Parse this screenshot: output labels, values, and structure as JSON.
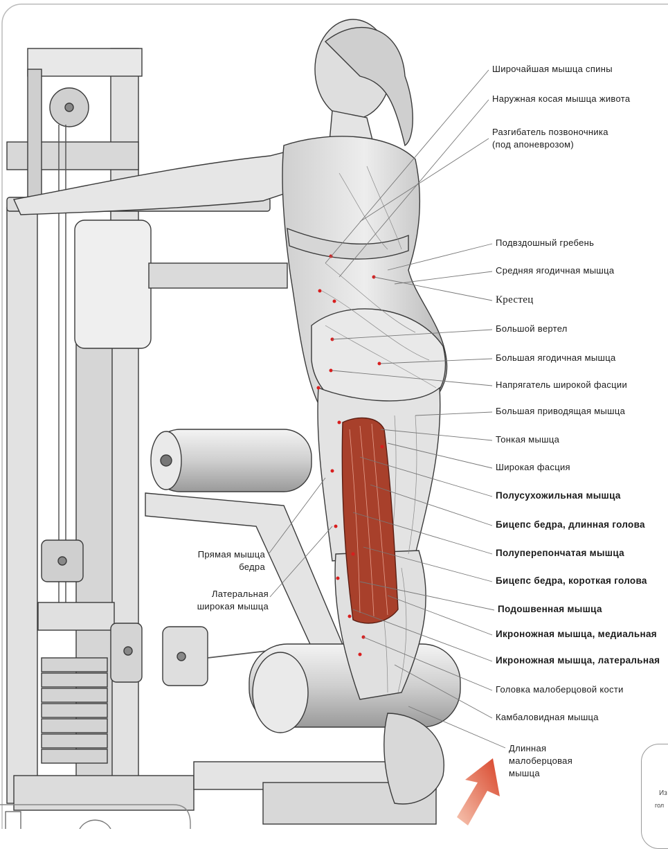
{
  "labels": [
    {
      "id": "latissimus-dorsi",
      "text": "Широчайшая мышца спины",
      "bold": false
    },
    {
      "id": "external-oblique",
      "text": "Наружная косая мышца живота",
      "bold": false
    },
    {
      "id": "erector-spinae",
      "text": "Разгибатель позвоночника\n(под апоневрозом)",
      "bold": false
    },
    {
      "id": "iliac-crest",
      "text": "Подвздошный гребень",
      "bold": false
    },
    {
      "id": "gluteus-medius",
      "text": "Средняя ягодичная мышца",
      "bold": false
    },
    {
      "id": "sacrum",
      "text": "Крестец",
      "bold": false
    },
    {
      "id": "greater-trochanter",
      "text": "Большой вертел",
      "bold": false
    },
    {
      "id": "gluteus-maximus",
      "text": "Большая ягодичная мышца",
      "bold": false
    },
    {
      "id": "tensor-fasciae-latae",
      "text": "Напрягатель широкой фасции",
      "bold": false
    },
    {
      "id": "adductor-magnus",
      "text": "Большая приводящая мышца",
      "bold": false
    },
    {
      "id": "gracilis",
      "text": "Тонкая мышца",
      "bold": false
    },
    {
      "id": "fascia-lata",
      "text": "Широкая фасция",
      "bold": false
    },
    {
      "id": "semitendinosus",
      "text": "Полусухожильная мышца",
      "bold": true
    },
    {
      "id": "biceps-long-head",
      "text": "Бицепс бедра, длинная голова",
      "bold": true
    },
    {
      "id": "semimembranosus",
      "text": "Полуперепончатая мышца",
      "bold": true
    },
    {
      "id": "biceps-short-head",
      "text": "Бицепс бедра, короткая голова",
      "bold": true
    },
    {
      "id": "plantaris",
      "text": "Подошвенная мышца",
      "bold": true
    },
    {
      "id": "gastrocnemius-medial",
      "text": "Икроножная мышца, медиальная",
      "bold": true
    },
    {
      "id": "gastrocnemius-lateral",
      "text": "Икроножная мышца, латеральная",
      "bold": true
    },
    {
      "id": "fibula-head",
      "text": "Головка малоберцовой кости",
      "bold": false
    },
    {
      "id": "soleus",
      "text": "Камбаловидная мышца",
      "bold": false
    },
    {
      "id": "peroneus-longus",
      "text": "Длинная\nмалоберцовая\nмышца",
      "bold": false
    },
    {
      "id": "rectus-femoris",
      "text": "Прямая мышца\nбедра",
      "bold": false
    },
    {
      "id": "vastus-lateralis",
      "text": "Латеральная\nширокая мышца",
      "bold": false
    }
  ],
  "corner_snippets": {
    "line1": "Из",
    "line2": "гол"
  },
  "colors": {
    "ink": "#1a1a1a",
    "muscle": "#a8402b",
    "arrow": "#d8452a",
    "leader": "#777777"
  }
}
